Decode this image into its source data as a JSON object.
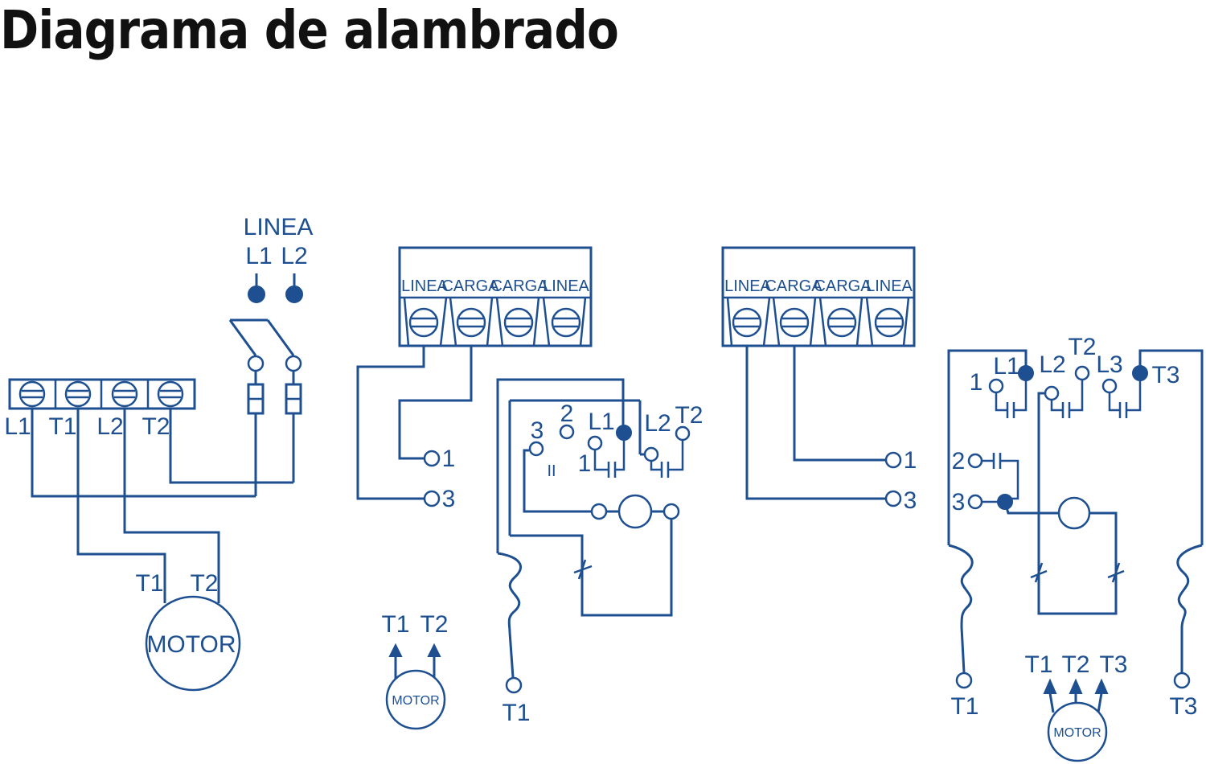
{
  "title": "Diagrama de alambrado",
  "colors": {
    "wire": "#1d4f91",
    "title": "#111111",
    "background": "#ffffff"
  },
  "labels": {
    "linea": "LINEA",
    "carga": "CARGA",
    "motor": "MOTOR",
    "l1": "L1",
    "l2": "L2",
    "l3": "L3",
    "t1": "T1",
    "t2": "T2",
    "t3": "T3",
    "n1": "1",
    "n2": "2",
    "n3": "3",
    "ii": "II"
  }
}
